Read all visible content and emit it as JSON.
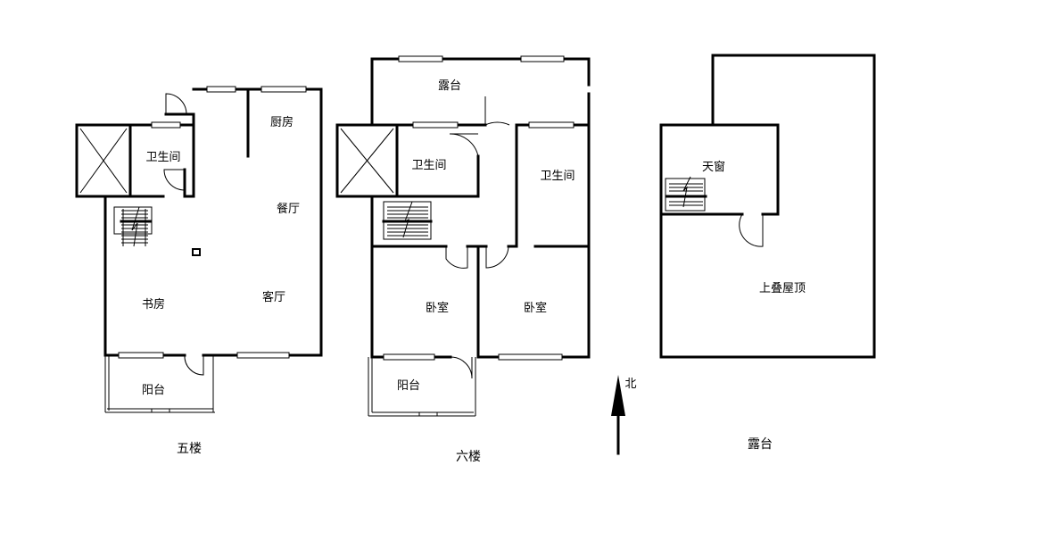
{
  "floor5": {
    "caption": "五楼",
    "rooms": {
      "kitchen": "厨房",
      "bathroom": "卫生间",
      "dining": "餐厅",
      "study": "书房",
      "living": "客厅",
      "balcony": "阳台"
    }
  },
  "floor6": {
    "caption": "六楼",
    "rooms": {
      "terrace": "露台",
      "bathroom_left": "卫生间",
      "bathroom_right": "卫生间",
      "bedroom_left": "卧室",
      "bedroom_right": "卧室",
      "balcony": "阳台"
    }
  },
  "roof": {
    "caption": "露台",
    "rooms": {
      "skylight": "天窗",
      "upper_roof": "上叠屋顶"
    }
  },
  "compass": {
    "label": "北"
  }
}
